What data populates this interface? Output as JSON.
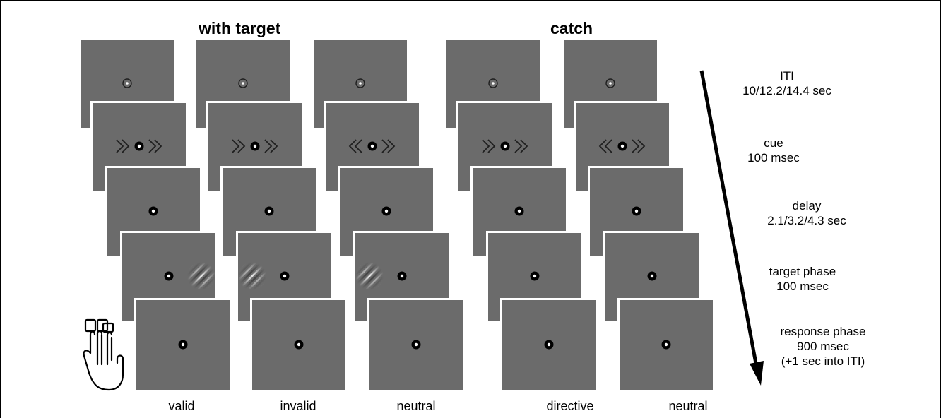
{
  "headers": {
    "with_target": "with target",
    "catch": "catch"
  },
  "columns": [
    {
      "label": "valid",
      "cue": "right",
      "target": "right"
    },
    {
      "label": "invalid",
      "cue": "right",
      "target": "left"
    },
    {
      "label": "neutral",
      "cue": "both",
      "target": "left"
    },
    {
      "label": "directive",
      "cue": "right",
      "target": "none"
    },
    {
      "label": "neutral",
      "cue": "both",
      "target": "none"
    }
  ],
  "phases": [
    {
      "name": "ITI",
      "duration": "10/12.2/14.4 sec"
    },
    {
      "name": "cue",
      "duration": "100 msec"
    },
    {
      "name": "delay",
      "duration": "2.1/3.2/4.3 sec"
    },
    {
      "name": "target phase",
      "duration": "100 msec"
    },
    {
      "name": "response phase",
      "duration": "900 msec",
      "note": "(+1 sec into ITI)"
    }
  ],
  "icons": {
    "response": "hand-pressing-button-icon",
    "time_arrow": "downward-arrow-icon"
  },
  "colors": {
    "screen": "#6b6b6b",
    "fixation": "#000000"
  }
}
